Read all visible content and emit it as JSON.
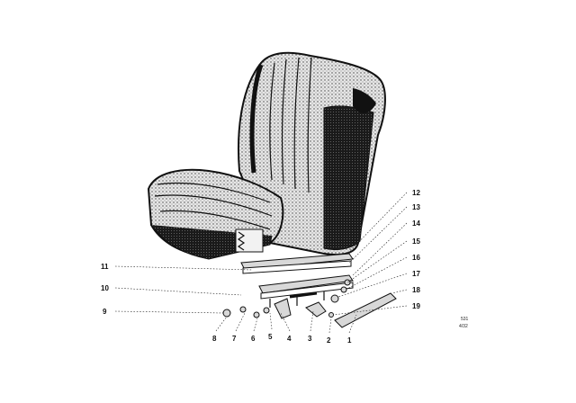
{
  "labels": {
    "n1": "1",
    "n2": "2",
    "n3": "3",
    "n4": "4",
    "n5": "5",
    "n6": "6",
    "n7": "7",
    "n8": "8",
    "n9": "9",
    "n10": "10",
    "n11": "11",
    "n12": "12",
    "n13": "13",
    "n14": "14",
    "n15": "15",
    "n16": "16",
    "n17": "17",
    "n18": "18",
    "n19": "19"
  },
  "diagram_code": [
    "531",
    "4/32"
  ],
  "colors": {
    "ink": "#111111",
    "upholstery": "#2a2a2a",
    "paper": "#ffffff"
  }
}
